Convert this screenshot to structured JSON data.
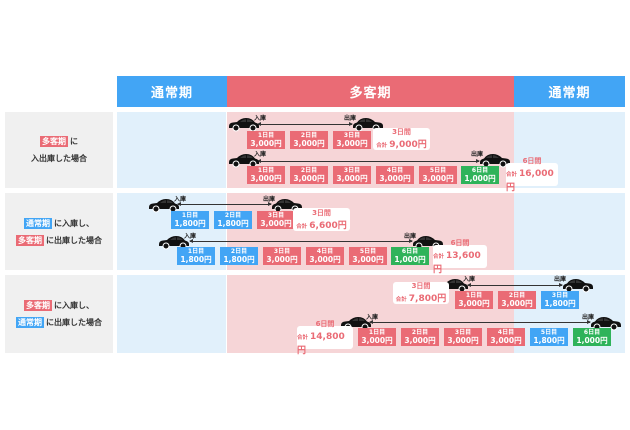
{
  "headers": {
    "normal_before": "通常期",
    "peak": "多客期",
    "normal_after": "通常期"
  },
  "rows": [
    {
      "label": {
        "tag1": "多客期",
        "text1": "に",
        "text2": "入出庫した場合"
      },
      "lines": [
        {
          "entry": "入庫",
          "exit": "出庫",
          "days": [
            {
              "day": "1日目",
              "price": "3,000円",
              "type": "peak"
            },
            {
              "day": "2日目",
              "price": "3,000円",
              "type": "peak"
            },
            {
              "day": "3日目",
              "price": "3,000円",
              "type": "peak"
            }
          ],
          "total_days": "3日間",
          "total_label": "合計",
          "total": "9,000円"
        },
        {
          "entry": "入庫",
          "exit": "出庫",
          "days": [
            {
              "day": "1日目",
              "price": "3,000円",
              "type": "peak"
            },
            {
              "day": "2日目",
              "price": "3,000円",
              "type": "peak"
            },
            {
              "day": "3日目",
              "price": "3,000円",
              "type": "peak"
            },
            {
              "day": "4日目",
              "price": "3,000円",
              "type": "peak"
            },
            {
              "day": "5日目",
              "price": "3,000円",
              "type": "peak"
            },
            {
              "day": "6日目",
              "price": "1,000円",
              "type": "discount"
            }
          ],
          "total_days": "6日間",
          "total_label": "合計",
          "total": "16,000円"
        }
      ]
    },
    {
      "label": {
        "tag1": "通常期",
        "text1": "に入庫し、",
        "tag2": "多客期",
        "text2": "に出庫した場合"
      },
      "lines": [
        {
          "entry": "入庫",
          "exit": "出庫",
          "days": [
            {
              "day": "1日目",
              "price": "1,800円",
              "type": "normal"
            },
            {
              "day": "2日目",
              "price": "1,800円",
              "type": "normal"
            },
            {
              "day": "3日目",
              "price": "3,000円",
              "type": "peak"
            }
          ],
          "total_days": "3日間",
          "total_label": "合計",
          "total": "6,600円"
        },
        {
          "entry": "入庫",
          "exit": "出庫",
          "days": [
            {
              "day": "1日目",
              "price": "1,800円",
              "type": "normal"
            },
            {
              "day": "2日目",
              "price": "1,800円",
              "type": "normal"
            },
            {
              "day": "3日目",
              "price": "3,000円",
              "type": "peak"
            },
            {
              "day": "4日目",
              "price": "3,000円",
              "type": "peak"
            },
            {
              "day": "5日目",
              "price": "3,000円",
              "type": "peak"
            },
            {
              "day": "6日目",
              "price": "1,000円",
              "type": "discount"
            }
          ],
          "total_days": "6日間",
          "total_label": "合計",
          "total": "13,600円"
        }
      ]
    },
    {
      "label": {
        "tag1": "多客期",
        "text1": "に入庫し、",
        "tag2": "通常期",
        "text2": "に出庫した場合"
      },
      "lines": [
        {
          "entry": "入庫",
          "exit": "出庫",
          "days": [
            {
              "day": "1日目",
              "price": "3,000円",
              "type": "peak"
            },
            {
              "day": "2日目",
              "price": "3,000円",
              "type": "peak"
            },
            {
              "day": "3日目",
              "price": "1,800円",
              "type": "normal"
            }
          ],
          "total_days": "3日間",
          "total_label": "合計",
          "total": "7,800円"
        },
        {
          "entry": "入庫",
          "exit": "出庫",
          "days": [
            {
              "day": "1日目",
              "price": "3,000円",
              "type": "peak"
            },
            {
              "day": "2日目",
              "price": "3,000円",
              "type": "peak"
            },
            {
              "day": "3日目",
              "price": "3,000円",
              "type": "peak"
            },
            {
              "day": "4日目",
              "price": "3,000円",
              "type": "peak"
            },
            {
              "day": "5日目",
              "price": "1,800円",
              "type": "normal"
            },
            {
              "day": "6日目",
              "price": "1,000円",
              "type": "discount"
            }
          ],
          "total_days": "6日間",
          "total_label": "合計",
          "total": "14,800円"
        }
      ]
    }
  ],
  "colors": {
    "normal": "#42a5f5",
    "peak": "#ea6b75",
    "discount": "#2fb35a",
    "normal_bg": "#e1f0fb",
    "peak_bg": "#f6d5d7",
    "label_bg": "#f0f0f0"
  }
}
